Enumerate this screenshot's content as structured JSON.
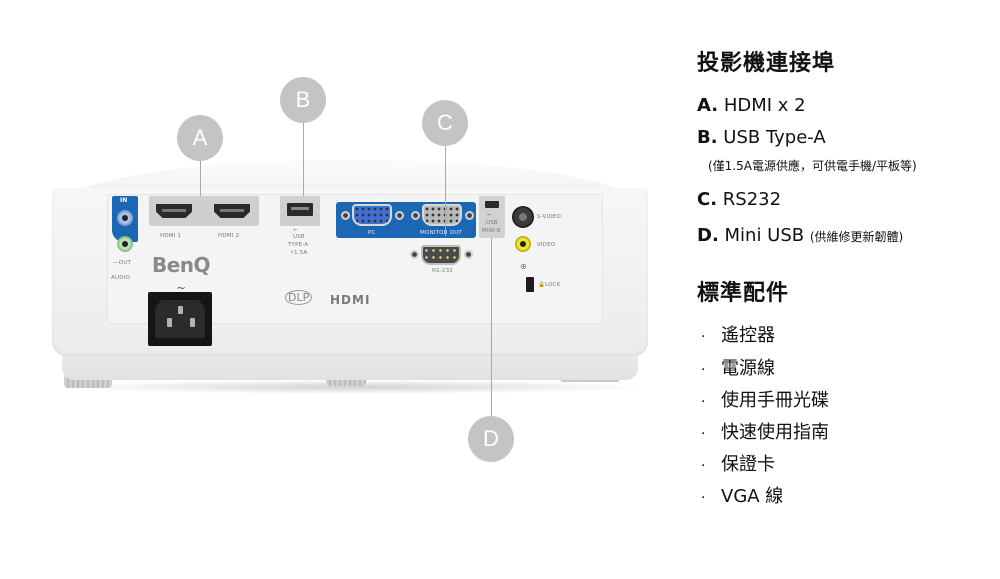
{
  "diagram": {
    "callouts": [
      {
        "id": "A",
        "label": "A"
      },
      {
        "id": "B",
        "label": "B"
      },
      {
        "id": "C",
        "label": "C"
      },
      {
        "id": "D",
        "label": "D"
      }
    ],
    "panel_labels": {
      "audio_in": "IN",
      "audio_out": "—OUT",
      "audio": "AUDIO",
      "hdmi1": "HDMI 1",
      "hdmi2": "HDMI 2",
      "usb_a_line1": "USB",
      "usb_a_line2": "TYPE-A",
      "usb_a_line3": "⚡1.5A",
      "usb_symbol": "⭠",
      "pc": "PC",
      "monitor_out": "MONITOR OUT",
      "usb_mini_line1": "USB",
      "usb_mini_line2": "MINI-B",
      "rs232": "RS-232",
      "svideo": "S-VIDEO",
      "video": "VIDEO",
      "lock": "🔒LOCK",
      "power_symbol": "~",
      "brand": "BenQ",
      "dlp": "DLP",
      "hdmi_logo": "HDMI"
    },
    "colors": {
      "callout_bg": "#c4c4c4",
      "port_blue": "#1b67b4",
      "vga_pc": "#3d6fd6",
      "video_yellow": "#f4e32a"
    }
  },
  "info": {
    "ports_title": "投影機連接埠",
    "ports": [
      {
        "letter": "A.",
        "text": "HDMI x 2",
        "note": ""
      },
      {
        "letter": "B.",
        "text": "USB Type-A",
        "note": "(僅1.5A電源供應，可供電手機/平板等)"
      },
      {
        "letter": "C.",
        "text": "RS232",
        "note": ""
      },
      {
        "letter": "D.",
        "text": "Mini USB",
        "note": "(供維修更新韌體)"
      }
    ],
    "accessories_title": "標準配件",
    "bullet": "·",
    "accessories": [
      "遙控器",
      "電源線",
      "使用手冊光碟",
      "快速使用指南",
      "保證卡",
      "VGA 線"
    ]
  }
}
